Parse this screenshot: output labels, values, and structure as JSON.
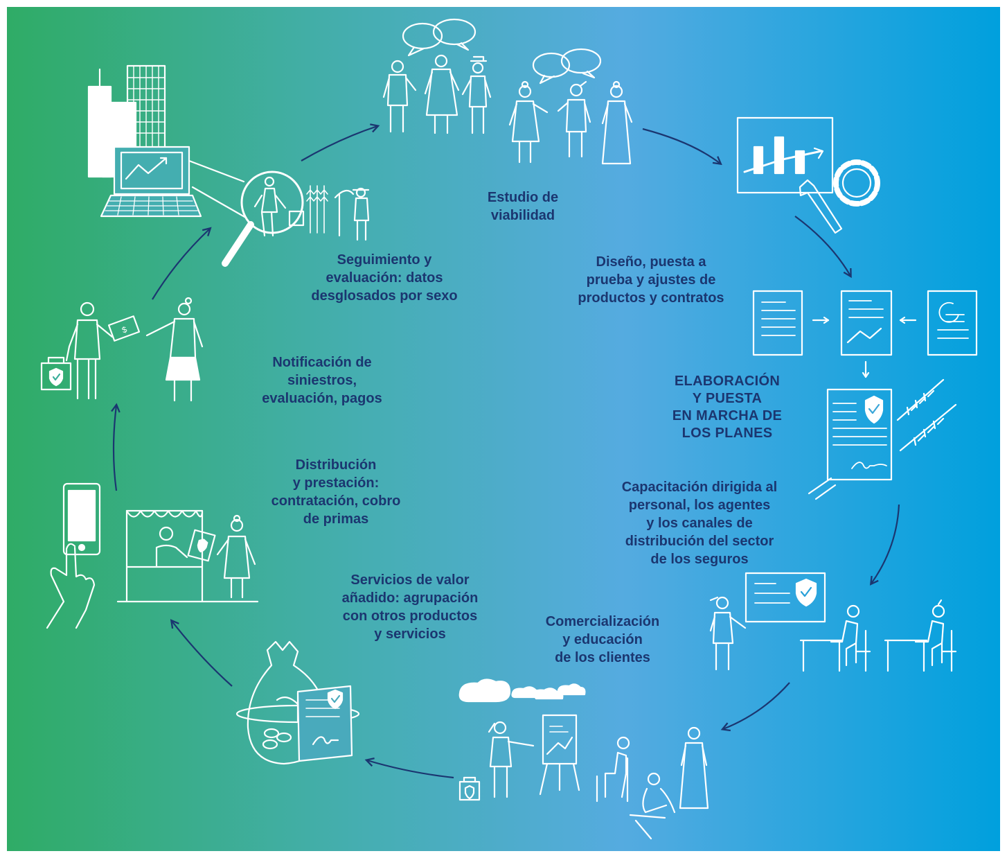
{
  "diagram": {
    "center_title": "ELABORACIÓN\nY PUESTA\nEN MARCHA DE\nLOS PLANES",
    "steps": [
      {
        "id": "viability",
        "label": "Estudio de\nviabilidad",
        "icon": "people-discussion-icon"
      },
      {
        "id": "design",
        "label": "Diseño, puesta a\nprueba y ajustes de\nproductos y contratos",
        "icon": "chart-gear-icon"
      },
      {
        "id": "training",
        "label": "Capacitación dirigida al\npersonal, los agentes\ny los canales de\ndistribución del sector\nde los seguros",
        "icon": "classroom-training-icon"
      },
      {
        "id": "marketing",
        "label": "Comercialización\ny educación\nde los clientes",
        "icon": "community-presentation-icon"
      },
      {
        "id": "value-added",
        "label": "Servicios de valor\nañadido: agrupación\ncon otros productos\ny servicios",
        "icon": "seed-bag-policy-icon"
      },
      {
        "id": "distribution",
        "label": "Distribución\ny prestación:\ncontratación, cobro\nde primas",
        "icon": "phone-market-stall-icon"
      },
      {
        "id": "claims",
        "label": "Notificación de\nsiniestros,\nevaluación, pagos",
        "icon": "payment-handover-icon"
      },
      {
        "id": "monitoring",
        "label": "Seguimiento y\nevaluación: datos\ndesglosados por sexo",
        "icon": "city-laptop-magnifier-icon"
      }
    ],
    "colors": {
      "gradient_start": "#2fac66",
      "gradient_mid": "#55abe0",
      "gradient_end": "#00a0dd",
      "text": "#1b3670",
      "arrow": "#1b3670",
      "icon": "#ffffff"
    }
  }
}
